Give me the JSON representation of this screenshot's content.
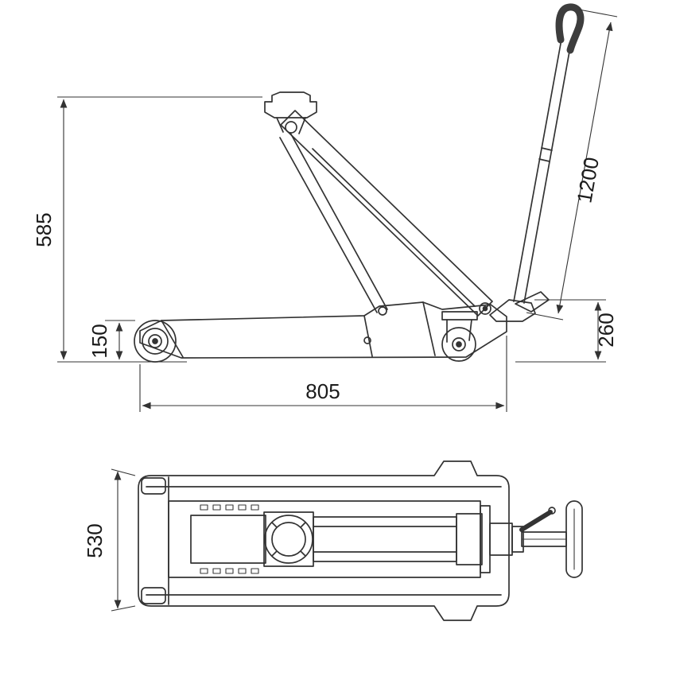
{
  "drawing": {
    "background": "#ffffff",
    "line_color": "#333333",
    "side_view": {
      "dimensions": {
        "max_height": "585",
        "min_height": "150",
        "chassis_length": "805",
        "handle_length": "1200",
        "rear_height": "260"
      }
    },
    "plan_view": {
      "dimensions": {
        "width": "530"
      }
    }
  }
}
